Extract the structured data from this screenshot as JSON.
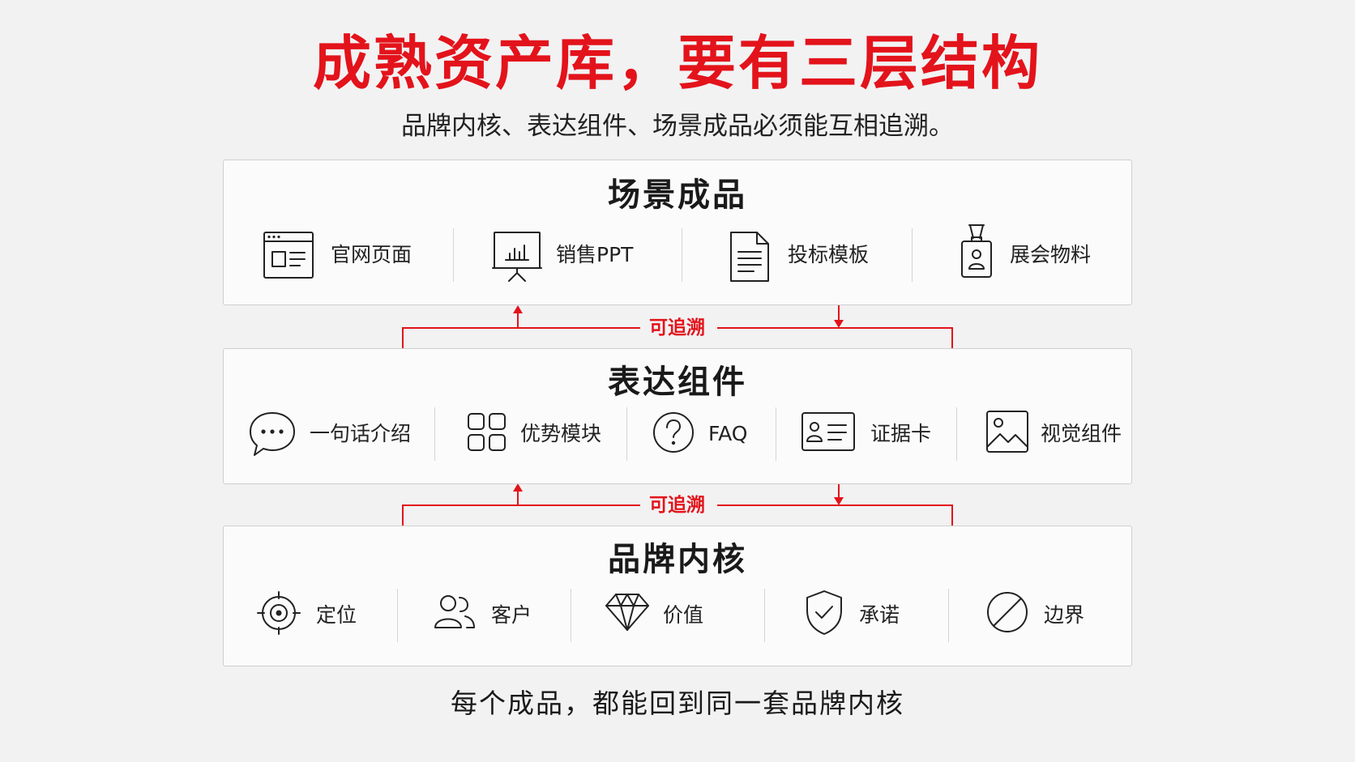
{
  "title": "成熟资产库，要有三层结构",
  "subtitle": "品牌内核、表达组件、场景成品必须能互相追溯。",
  "layers": {
    "top": {
      "title": "场景成品",
      "items": [
        {
          "label": "官网页面",
          "icon": "browser-window-icon"
        },
        {
          "label": "销售PPT",
          "icon": "presentation-board-icon"
        },
        {
          "label": "投标模板",
          "icon": "document-icon"
        },
        {
          "label": "展会物料",
          "icon": "id-badge-icon"
        }
      ]
    },
    "middle": {
      "title": "表达组件",
      "items": [
        {
          "label": "一句话介绍",
          "icon": "speech-bubble-icon"
        },
        {
          "label": "优势模块",
          "icon": "grid-modules-icon"
        },
        {
          "label": "FAQ",
          "icon": "question-circle-icon"
        },
        {
          "label": "证据卡",
          "icon": "profile-card-icon"
        },
        {
          "label": "视觉组件",
          "icon": "image-icon"
        }
      ]
    },
    "bottom": {
      "title": "品牌内核",
      "items": [
        {
          "label": "定位",
          "icon": "target-icon"
        },
        {
          "label": "客户",
          "icon": "users-icon"
        },
        {
          "label": "价值",
          "icon": "diamond-icon"
        },
        {
          "label": "承诺",
          "icon": "shield-check-icon"
        },
        {
          "label": "边界",
          "icon": "prohibited-circle-icon"
        }
      ]
    }
  },
  "connectors": [
    {
      "label": "可追溯"
    },
    {
      "label": "可追溯"
    }
  ],
  "footer": "每个成品，都能回到同一套品牌内核",
  "colors": {
    "accent": "#e3131b",
    "text": "#1a1a1a",
    "border": "#cfcfd2",
    "background": "#f2f2f3"
  }
}
